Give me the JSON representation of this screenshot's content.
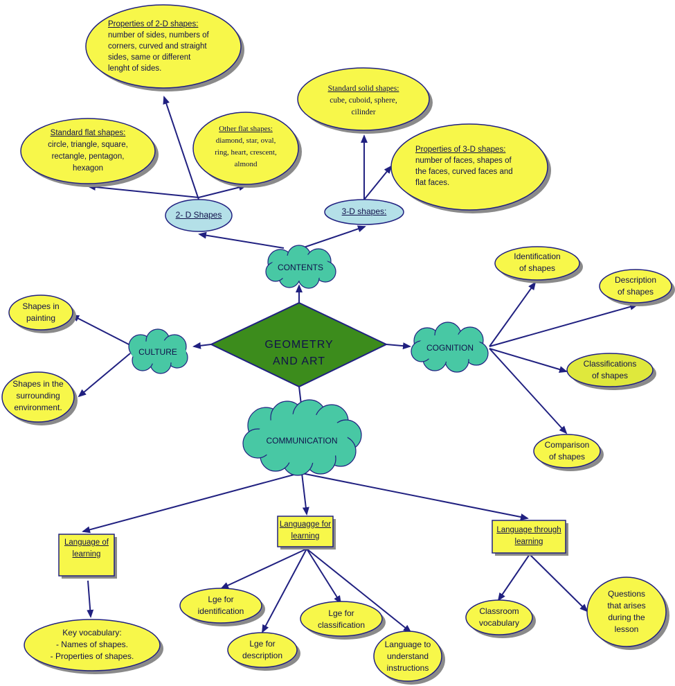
{
  "center": {
    "line1": "GEOMETRY",
    "line2": "AND  ART"
  },
  "hubs": {
    "contents": "CONTENTS",
    "culture": "CULTURE",
    "cognition": "COGNITION",
    "communication": "COMMUNICATION"
  },
  "shapes2d": {
    "label": "2- D Shapes",
    "properties": {
      "title": "Properties of 2-D shapes:",
      "lines": [
        "number of sides, numbers of",
        "corners, curved and straight",
        "sides, same or different",
        "lenght of sides."
      ]
    },
    "standard_flat": {
      "title": "Standard flat shapes:",
      "lines": [
        "circle, triangle, square,",
        "rectangle, pentagon,",
        "hexagon"
      ]
    },
    "other_flat": {
      "title": "Other flat shapes:",
      "lines": [
        "diamond, star, oval,",
        "ring, heart, crescent,",
        "almond"
      ]
    }
  },
  "shapes3d": {
    "label": "3-D shapes:",
    "standard_solid": {
      "title": "Standard solid shapes:",
      "lines": [
        "cube, cuboid, sphere,",
        "cilinder"
      ]
    },
    "properties": {
      "title": "Properties of 3-D shapes:",
      "lines": [
        "number of faces, shapes of",
        "the faces, curved faces and",
        "flat faces."
      ]
    }
  },
  "culture": {
    "painting": [
      "Shapes in",
      "painting"
    ],
    "environment": [
      "Shapes in the",
      "surrounding",
      "environment."
    ]
  },
  "cognition": {
    "identification": [
      "Identification",
      "of shapes"
    ],
    "description": [
      "Description",
      "of shapes"
    ],
    "classifications": [
      "Classifications",
      "of shapes"
    ],
    "comparison": [
      "Comparison",
      "of shapes"
    ]
  },
  "communication": {
    "language_of_learning": {
      "box": [
        "Language of",
        "learning"
      ],
      "child": [
        "Key vocabulary:",
        "- Names of shapes.",
        "- Properties of shapes."
      ]
    },
    "language_for_learning": {
      "box": [
        "Languagge for",
        "learning"
      ],
      "identification": [
        "Lge for",
        "identification"
      ],
      "description": [
        "Lge for",
        "description"
      ],
      "classification": [
        "Lge for",
        "classification"
      ],
      "instructions": [
        "Language to",
        "understand",
        "instructions"
      ]
    },
    "language_through_learning": {
      "box": [
        "Language through",
        "learning"
      ],
      "classroom": [
        "Classroom",
        "vocabulary"
      ],
      "questions": [
        "Questions",
        "that arises",
        "during the",
        "lesson"
      ]
    }
  },
  "colors": {
    "bubble": "#f7f74a",
    "bubble_alt": "#dfe83c",
    "hub": "#48c8a4",
    "blue_oval": "#b4e0e8",
    "diamond": "#3c8c1c",
    "line": "#202080",
    "shadow": "#8a8a8a"
  }
}
